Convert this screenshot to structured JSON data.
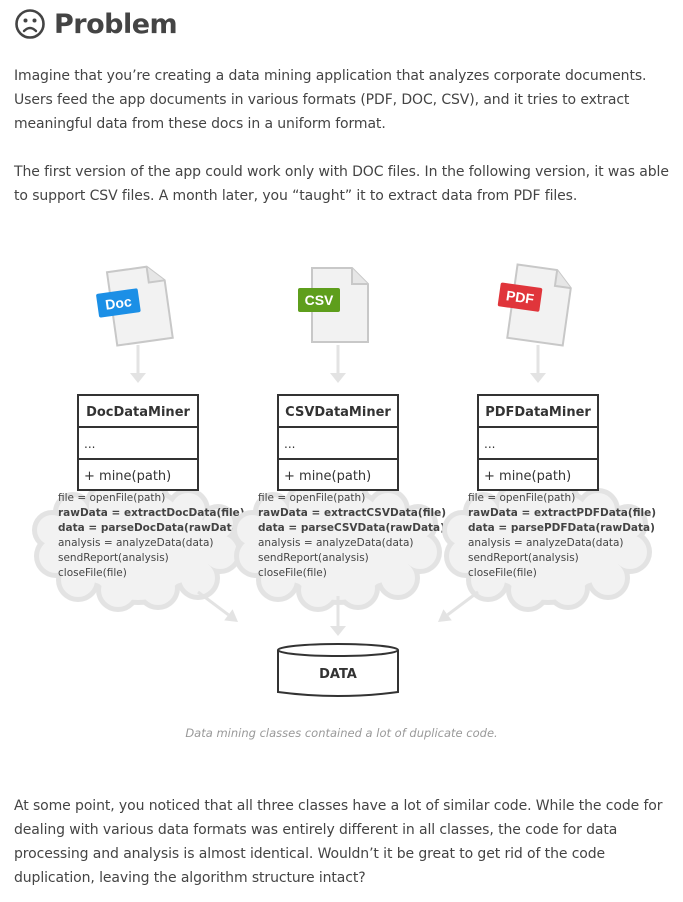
{
  "heading": {
    "icon": "sad-face-icon",
    "title": "Problem"
  },
  "paragraphs": [
    "Imagine that you’re creating a data mining application that analyzes corporate documents. Users feed the app documents in various formats (PDF, DOC, CSV), and it tries to extract meaningful data from these docs in a uniform format.",
    "The first version of the app could work only with DOC files. In the following version, it was able to support CSV files. A month later, you “taught” it to extract data from PDF files.",
    "At some point, you noticed that all three classes have a lot of similar code. While the code for dealing with various data formats was entirely different in all classes, the code for data processing and analysis is almost identical. Wouldn’t it be great to get rid of the code duplication, leaving the algorithm structure intact?"
  ],
  "diagram": {
    "miners": [
      {
        "file_label": "Doc",
        "file_color": "#1b8fe6",
        "class_name": "DocDataMiner",
        "fields": "...",
        "method": "+ mine(path)",
        "code": [
          "file = openFile(path)",
          "rawData = extractDocData(file)",
          "data = parseDocData(rawData)",
          "analysis = analyzeData(data)",
          "sendReport(analysis)",
          "closeFile(file)"
        ]
      },
      {
        "file_label": "CSV",
        "file_color": "#5e9e1c",
        "class_name": "CSVDataMiner",
        "fields": "...",
        "method": "+ mine(path)",
        "code": [
          "file = openFile(path)",
          "rawData = extractCSVData(file)",
          "data = parseCSVData(rawData)",
          "analysis = analyzeData(data)",
          "sendReport(analysis)",
          "closeFile(file)"
        ]
      },
      {
        "file_label": "PDF",
        "file_color": "#e0353b",
        "class_name": "PDFDataMiner",
        "fields": "...",
        "method": "+ mine(path)",
        "code": [
          "file = openFile(path)",
          "rawData = extractPDFData(file)",
          "data = parsePDFData(rawData)",
          "analysis = analyzeData(data)",
          "sendReport(analysis)",
          "closeFile(file)"
        ]
      }
    ],
    "bold_code_lines": [
      1,
      2
    ],
    "data_store": "DATA",
    "caption": "Data mining classes contained a lot of duplicate code."
  }
}
